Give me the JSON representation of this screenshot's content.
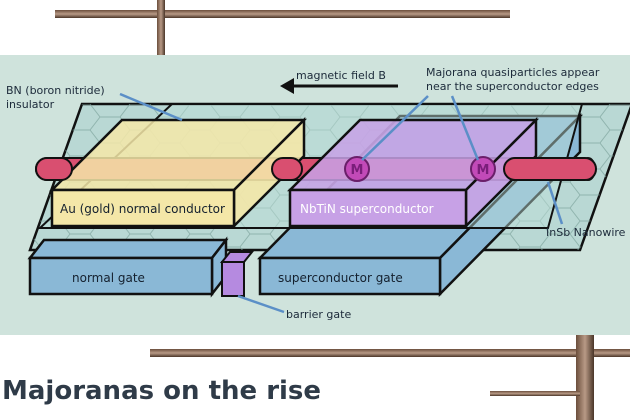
{
  "title": "Majoranas on the rise",
  "labels": {
    "bn_insulator": [
      "BN (boron nitride)",
      "insulator"
    ],
    "magnetic_field": "magnetic field B",
    "majorana_note": [
      "Majorana quasiparticles appear",
      "near the superconductor edges"
    ],
    "gold_conductor": "Au (gold) normal conductor",
    "nbtin": "NbTiN superconductor",
    "nanowire": "InSb Nanowire",
    "normal_gate": "normal gate",
    "sc_gate": "superconductor gate",
    "barrier_gate": "barrier gate",
    "majorana_symbol": "M"
  },
  "colors": {
    "panel_bg": "#cfe3dc",
    "gate_blue": "#8ab8d6",
    "bn_layer": "#b9d8d4",
    "gold": "#f4e7a8",
    "superconductor": "#c7a1e6",
    "nanowire": "#d94f70",
    "majorana": "#c24ab8",
    "barrier_gate": "#b58ae0",
    "leader_line": "#5b8fc7"
  }
}
